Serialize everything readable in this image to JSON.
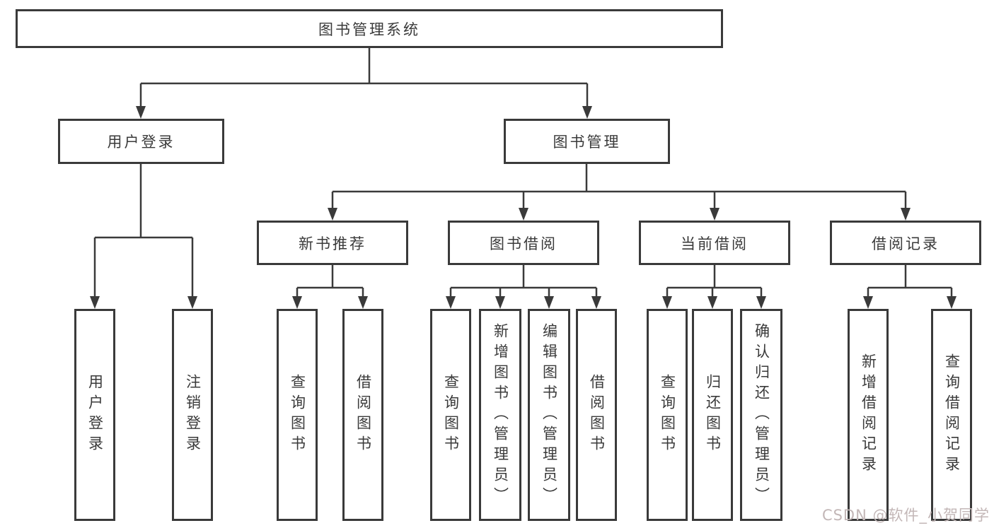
{
  "diagram_type": "hierarchy-tree",
  "colors": {
    "line": "#3a3a3a",
    "box_border": "#3a3a3a",
    "box_fill": "#ffffff",
    "text": "#3a3a3a",
    "watermark": "#c3b7b7",
    "background": "#ffffff"
  },
  "tree": {
    "label": "图书管理系统",
    "children": [
      {
        "label": "用户登录",
        "children": [
          {
            "label": "用户登录"
          },
          {
            "label": "注销登录"
          }
        ]
      },
      {
        "label": "图书管理",
        "children": [
          {
            "label": "新书推荐",
            "children": [
              {
                "label": "查询图书"
              },
              {
                "label": "借阅图书"
              }
            ]
          },
          {
            "label": "图书借阅",
            "children": [
              {
                "label": "查询图书"
              },
              {
                "label": "新增图书（管理员）"
              },
              {
                "label": "编辑图书（管理员）"
              },
              {
                "label": "借阅图书"
              }
            ]
          },
          {
            "label": "当前借阅",
            "children": [
              {
                "label": "查询图书"
              },
              {
                "label": "归还图书"
              },
              {
                "label": "确认归还（管理员）"
              }
            ]
          },
          {
            "label": "借阅记录",
            "children": [
              {
                "label": "新增借阅记录"
              },
              {
                "label": "查询借阅记录"
              }
            ]
          }
        ]
      }
    ]
  },
  "watermark": {
    "text": "CSDN @软件_小贺同学"
  }
}
